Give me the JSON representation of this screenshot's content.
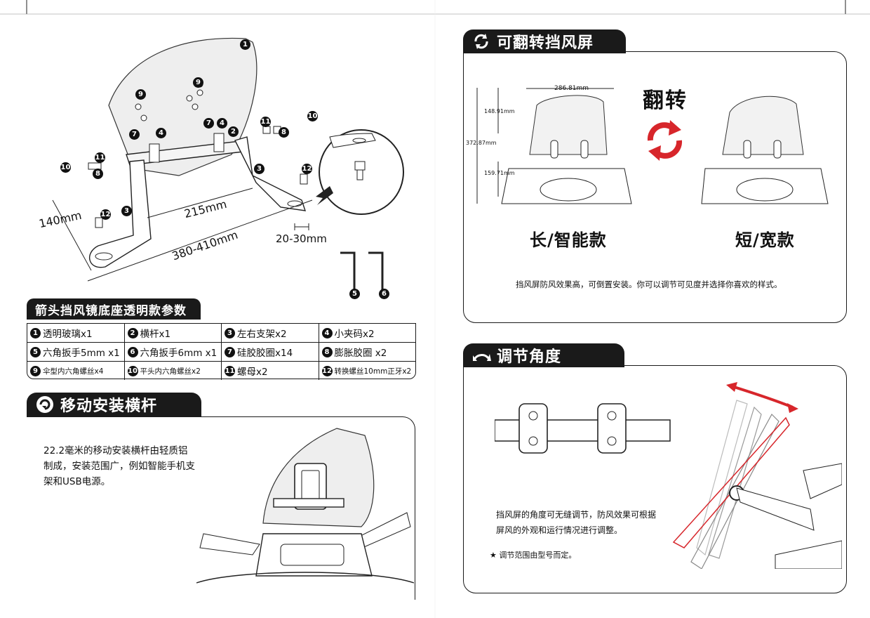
{
  "left": {
    "callouts": {
      "n1": "1",
      "n2": "2",
      "n3": "3",
      "n4": "4",
      "n5": "5",
      "n6": "6",
      "n7": "7",
      "n8": "8",
      "n9": "9",
      "n10": "10",
      "n11": "11",
      "n12": "12"
    },
    "dims": {
      "d140": "140mm",
      "d215": "215mm",
      "d380": "380-410mm",
      "d20": "20-30mm"
    }
  },
  "parts": {
    "title": "箭头挡风镜底座透明款参数",
    "rows": [
      [
        {
          "no": "1",
          "label": "透明玻璃x1"
        },
        {
          "no": "2",
          "label": "横杆x1"
        },
        {
          "no": "3",
          "label": "左右支架x2"
        },
        {
          "no": "4",
          "label": "小夹码x2"
        }
      ],
      [
        {
          "no": "5",
          "label": "六角扳手5mm x1"
        },
        {
          "no": "6",
          "label": "六角扳手6mm x1"
        },
        {
          "no": "7",
          "label": "硅胶胶圈x14"
        },
        {
          "no": "8",
          "label": "膨胀胶圈 x2"
        }
      ],
      [
        {
          "no": "9",
          "label": "伞型内六角螺丝x4"
        },
        {
          "no": "10",
          "label": "平头内六角螺丝x2"
        },
        {
          "no": "11",
          "label": "螺母x2"
        },
        {
          "no": "12",
          "label": "转换螺丝10mm正牙x2"
        }
      ]
    ]
  },
  "mobile": {
    "title": "移动安装横杆",
    "body": [
      "22.2毫米的移动安装横杆由轻质铝",
      "制成，安装范围广，例如智能手机支",
      "架和USB电源。"
    ]
  },
  "flip": {
    "title": "可翻转挡风屏",
    "flip_label": "翻转",
    "dims": {
      "width": "286.81mm",
      "h1": "148.91mm",
      "h2": "372.87mm",
      "h3": "159.71mm"
    },
    "variant_long": "长/智能款",
    "variant_short": "短/宽款",
    "caption": "挡风屏防风效果高，可倒置安装。你可以调节可见度并选择你喜欢的样式。"
  },
  "angle": {
    "title": "调节角度",
    "body": [
      "挡风屏的角度可无缝调节，防风效果可根据",
      "屏风的外观和运行情况进行调整。"
    ],
    "note": "★ 调节范围由型号而定。"
  },
  "colors": {
    "ink": "#1a1a1a",
    "accent_red": "#d7262b"
  },
  "icons": [
    "flip-icon",
    "bar-icon",
    "angle-icon",
    "rotate-arrows-icon",
    "hex-key-icon"
  ]
}
